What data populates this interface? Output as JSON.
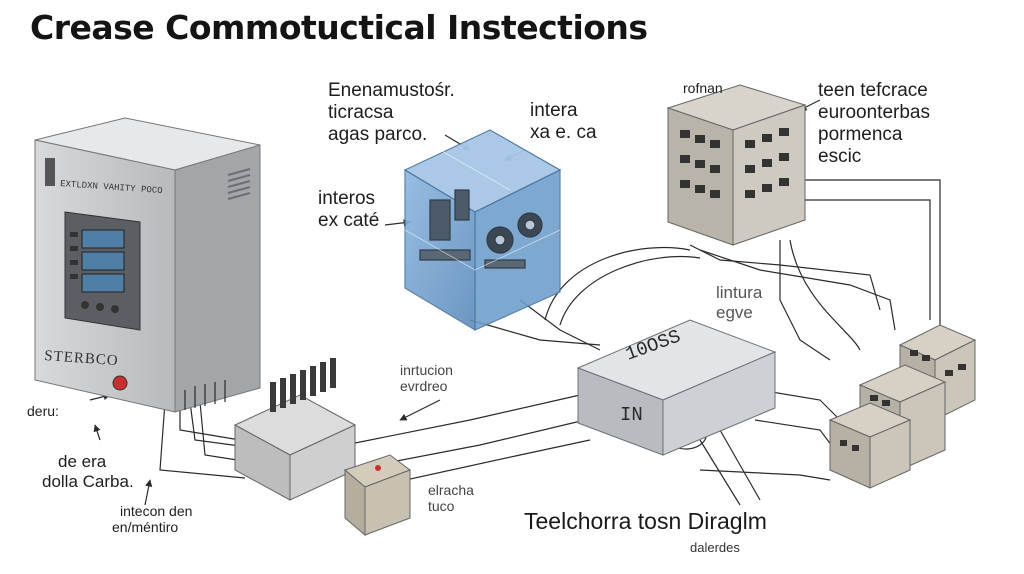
{
  "title": "Crease Commotuctical Instections",
  "labels": {
    "cube_top_left": [
      "Enenamustośr.",
      "ticracsa",
      "agas parco."
    ],
    "cube_top_right": [
      "intera",
      "xa e. ca"
    ],
    "cube_left": [
      "interos",
      "ex caté"
    ],
    "rack_top": "rofnan",
    "rack_right": [
      "teen tefcrace",
      "euroonterbas",
      "pormenca",
      "escic"
    ],
    "center_small": [
      "lintura",
      "egve"
    ],
    "mid_left": [
      "inrtucion",
      "evrdreo"
    ],
    "left_dot": "deru:",
    "left_bottom": [
      "de era",
      "dolla Carba."
    ],
    "bottom_left": [
      "intecon den",
      "en/méntiro"
    ],
    "relay_bottom": [
      "elracha",
      "tuco"
    ],
    "caption_main": "Teelchorra tosn Diraglm",
    "caption_sub": "dalerdes"
  },
  "devices": {
    "panel_brand": "EXTLDXN VAHITY POCO",
    "panel_model": "STERBCO",
    "box_model": "10OSS",
    "box_side": "IN"
  },
  "colors": {
    "cube_blue": "#6f9fcc",
    "panel_grey": "#a9acaf",
    "box_grey": "#c9ccd0",
    "wire": "#2b2b2b",
    "screen": "#4f7fa6"
  },
  "icons": [
    "leader-arrow-icon",
    "red-button-icon"
  ]
}
